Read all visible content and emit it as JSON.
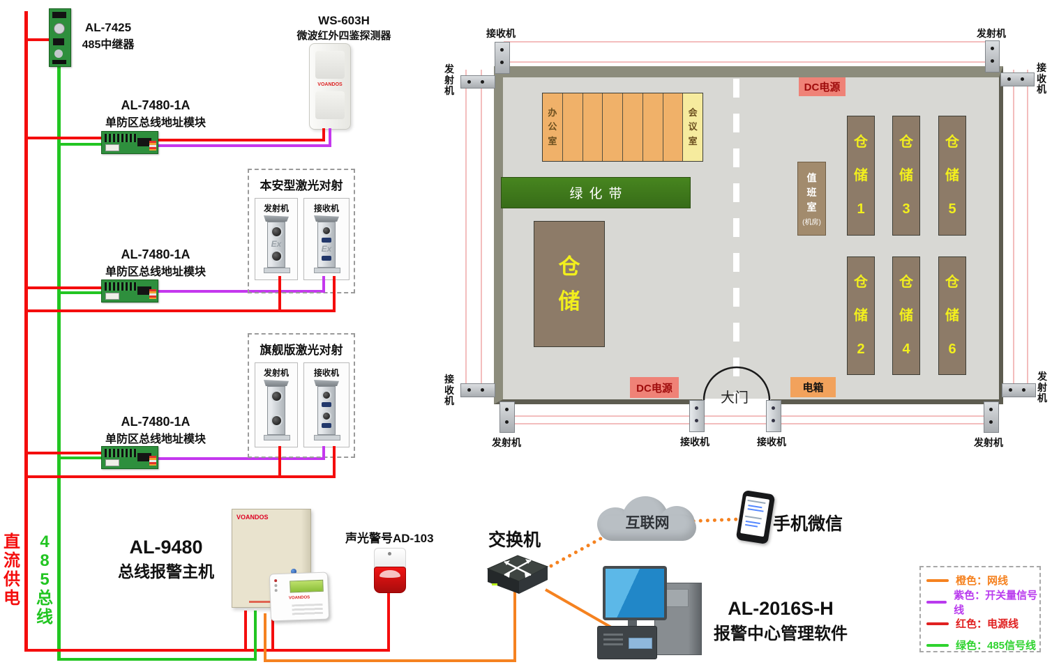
{
  "left_panel": {
    "al7425": {
      "model": "AL-7425",
      "name": "485中继器"
    },
    "ws603h": {
      "model": "WS-603H",
      "name": "微波红外四鉴探测器",
      "brand": "VOANDOS"
    },
    "module1": {
      "model": "AL-7480-1A",
      "name": "单防区总线地址模块"
    },
    "module2": {
      "model": "AL-7480-1A",
      "name": "单防区总线地址模块"
    },
    "module3": {
      "model": "AL-7480-1A",
      "name": "单防区总线地址模块"
    },
    "laser_ex": {
      "title": "本安型激光对射",
      "tx": "发射机",
      "rx": "接收机",
      "ex_mark": "Ex"
    },
    "laser_flagship": {
      "title": "旗舰版激光对射",
      "tx": "发射机",
      "rx": "接收机"
    },
    "host": {
      "model": "AL-9480",
      "name": "总线报警主机",
      "brand": "VOANDOS"
    },
    "siren_label": "声光警号AD-103",
    "dc_supply": "直\n流\n供\n电",
    "bus485": "4\n8\n5\n总\n线"
  },
  "network": {
    "switch_label": "交换机",
    "internet_label": "互联网",
    "phone_label": "手机微信",
    "software_model": "AL-2016S-H",
    "software_name": "报警中心管理软件"
  },
  "map": {
    "corner_tl": {
      "top": "接收机",
      "side": "发\n射\n机"
    },
    "corner_tr": {
      "top": "发射机",
      "side": "接\n收\n机"
    },
    "corner_bl": {
      "side": "接\n收\n机",
      "bottom": "发射机"
    },
    "corner_br": {
      "side": "发\n射\n机",
      "bottom": "发射机"
    },
    "gate_rx_left": "接收机",
    "gate_rx_right": "接收机",
    "dc_power_top": "DC电源",
    "dc_power_bottom": "DC电源",
    "electric_box": "电箱",
    "gate": "大门",
    "office": "办\n公\n室",
    "meeting": "会\n议\n室",
    "green_belt": "绿化带",
    "warehouse_main": "仓\n储",
    "duty_room": {
      "name": "值\n班\n室",
      "sub": "(机房)"
    },
    "storage": [
      "仓\n储\n1",
      "仓\n储\n3",
      "仓\n储\n5",
      "仓\n储\n2",
      "仓\n储\n4",
      "仓\n储\n6"
    ]
  },
  "legend": {
    "items": [
      {
        "color": "#f58220",
        "label": "橙色：网线"
      },
      {
        "color": "#b93bee",
        "label": "紫色：开关量信号线"
      },
      {
        "color": "#e02020",
        "label": "红色：电源线"
      },
      {
        "color": "#2fd32f",
        "label": "绿色：485信号线"
      }
    ]
  },
  "wire_colors": {
    "network_line": "#f58220",
    "switch_signal_line": "#c438ee",
    "power_line": "#f40d0d",
    "signal_485_line": "#22c522"
  }
}
